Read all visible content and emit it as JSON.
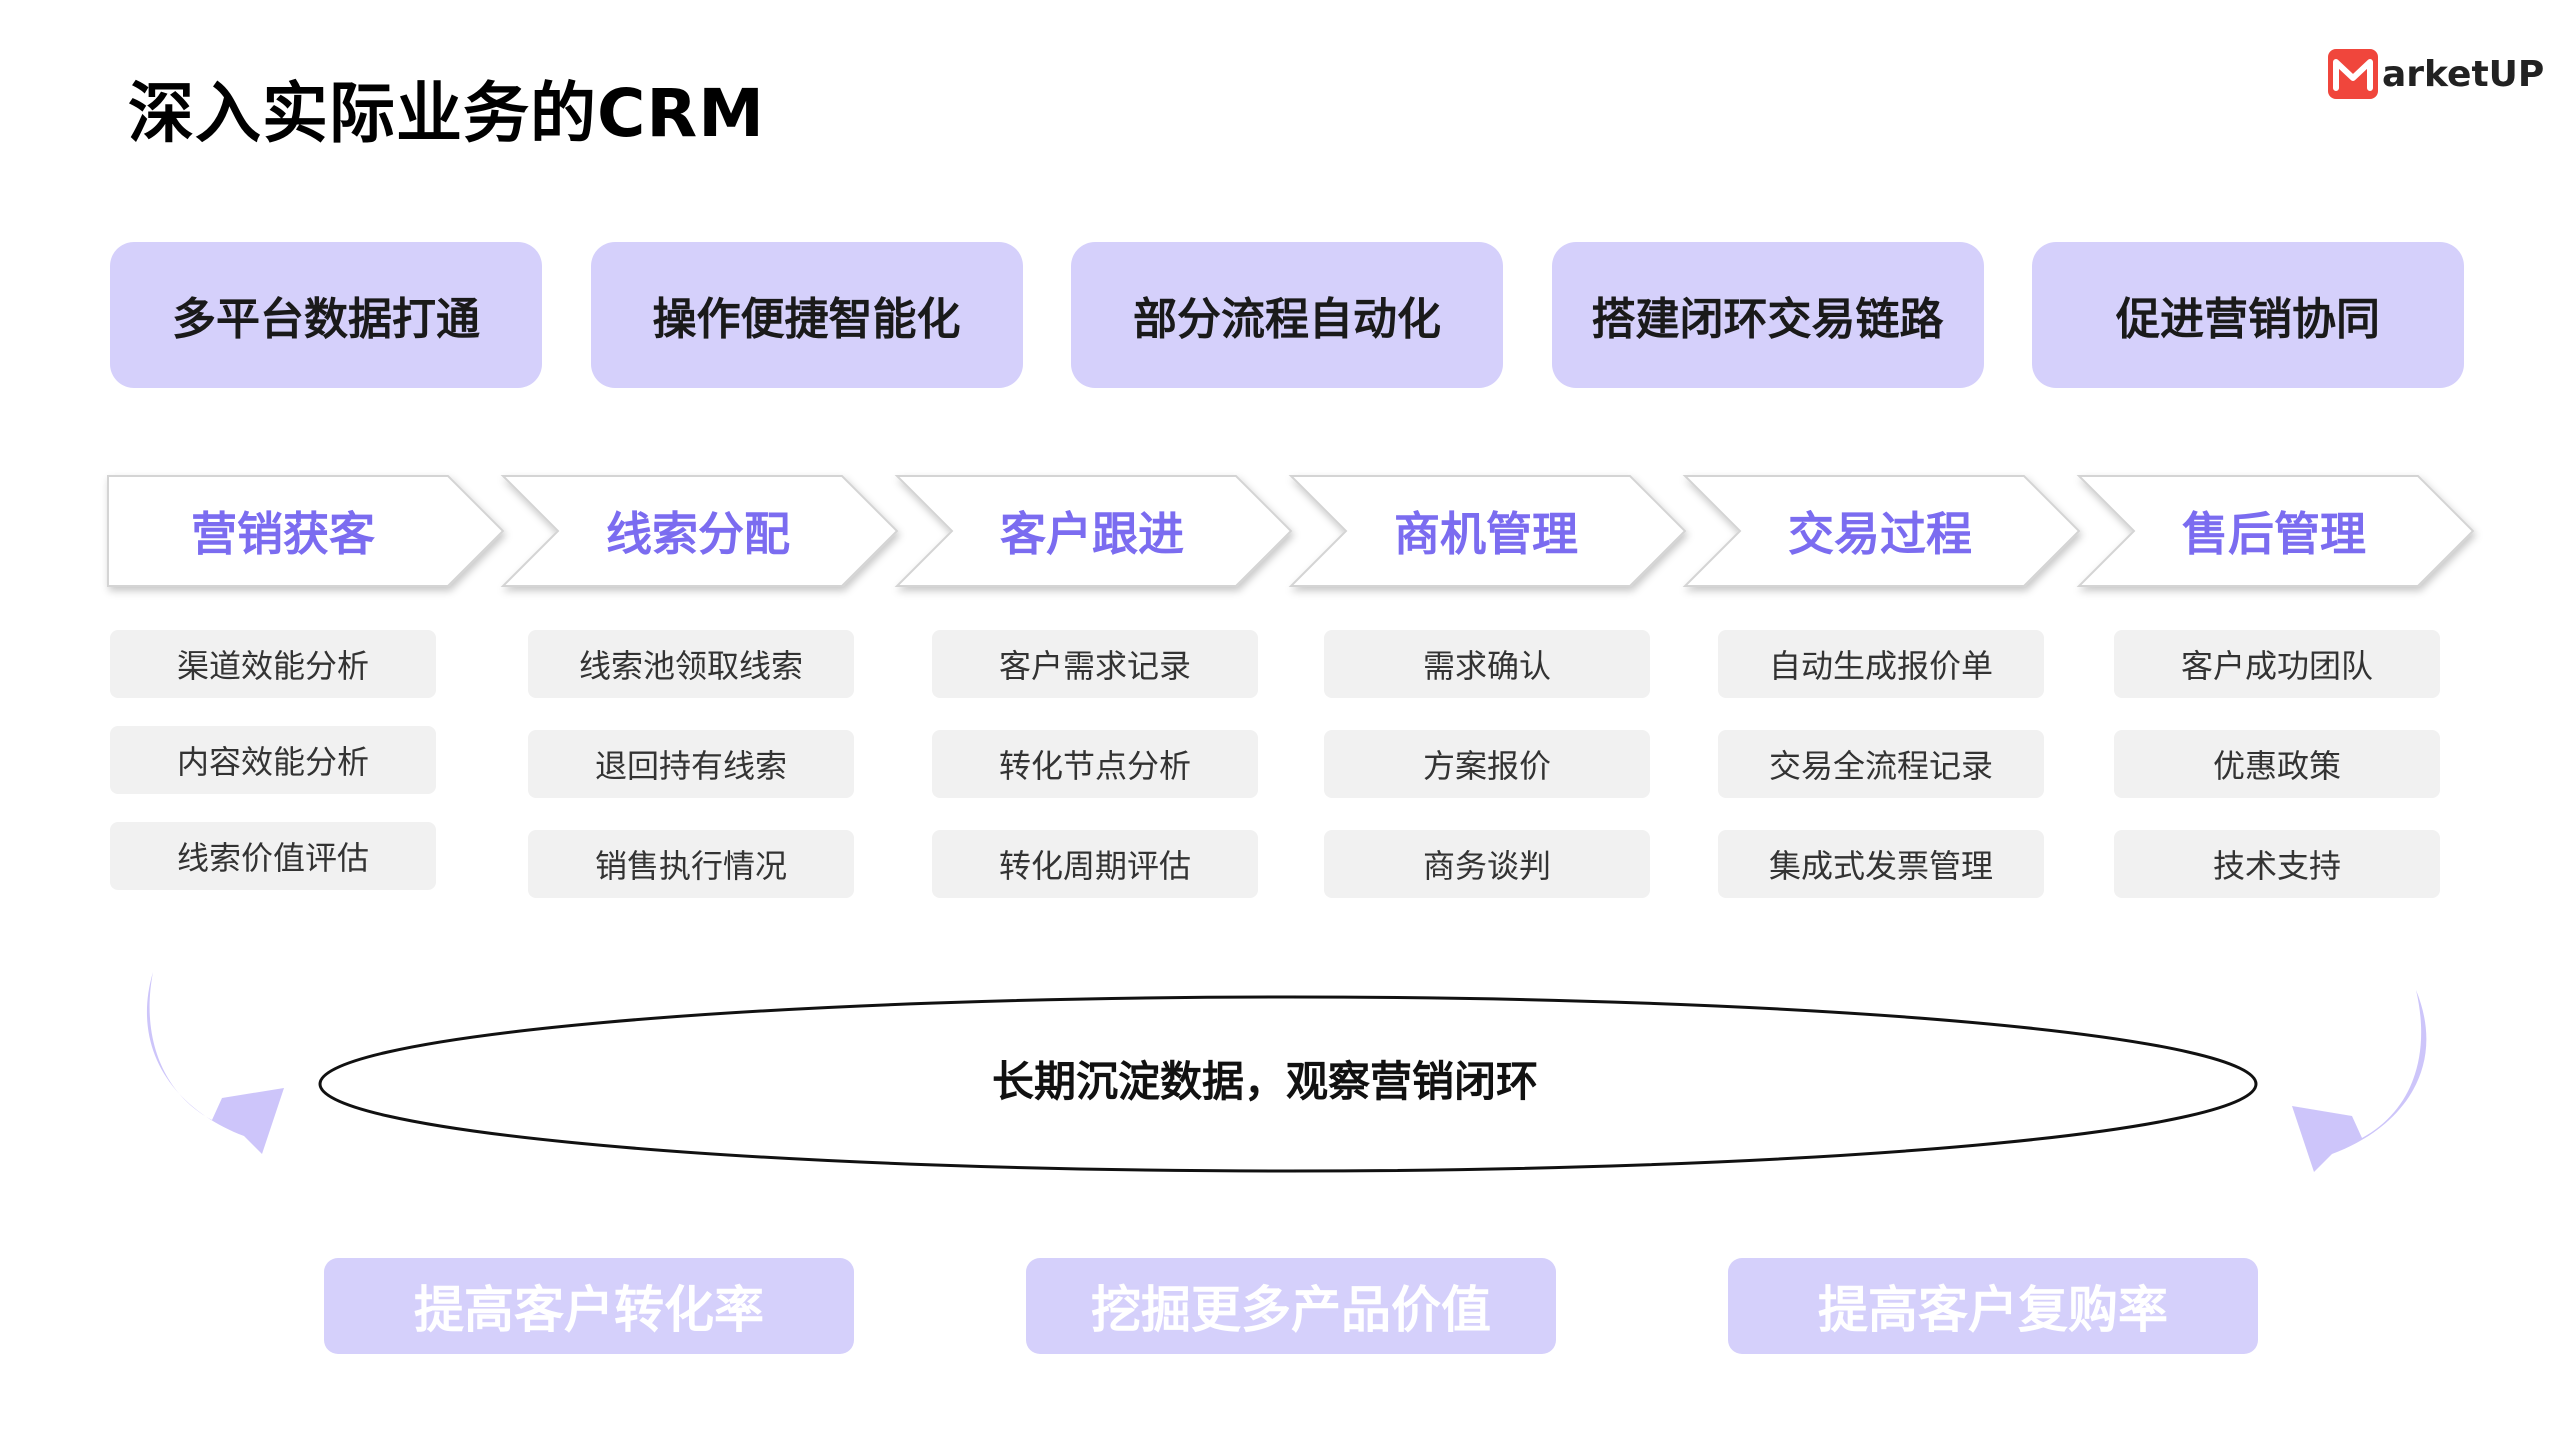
{
  "title": "深入实际业务的CRM",
  "logo": {
    "text": "arketUP",
    "mark_icon": "marketup-m-logo-icon",
    "brand_color": "#f0463c"
  },
  "goals": [
    "多平台数据打通",
    "操作便捷智能化",
    "部分流程自动化",
    "搭建闭环交易链路",
    "促进营销协同"
  ],
  "stages": [
    {
      "label": "营销获客",
      "tasks": [
        "渠道效能分析",
        "内容效能分析",
        "线索价值评估"
      ]
    },
    {
      "label": "线索分配",
      "tasks": [
        "线索池领取线索",
        "退回持有线索",
        "销售执行情况"
      ]
    },
    {
      "label": "客户跟进",
      "tasks": [
        "客户需求记录",
        "转化节点分析",
        "转化周期评估"
      ]
    },
    {
      "label": "商机管理",
      "tasks": [
        "需求确认",
        "方案报价",
        "商务谈判"
      ]
    },
    {
      "label": "交易过程",
      "tasks": [
        "自动生成报价单",
        "交易全流程记录",
        "集成式发票管理"
      ]
    },
    {
      "label": "售后管理",
      "tasks": [
        "客户成功团队",
        "优惠政策",
        "技术支持"
      ]
    }
  ],
  "summary": "长期沉淀数据，观察营销闭环",
  "outcomes": [
    "提高客户转化率",
    "挖掘更多产品价值",
    "提高客户复购率"
  ],
  "colors": {
    "accent_fill": "#d5d0fb",
    "stage_text": "#7b6cf0",
    "arrow": "#cdc5fa",
    "task_bg": "#f1f1f1"
  }
}
